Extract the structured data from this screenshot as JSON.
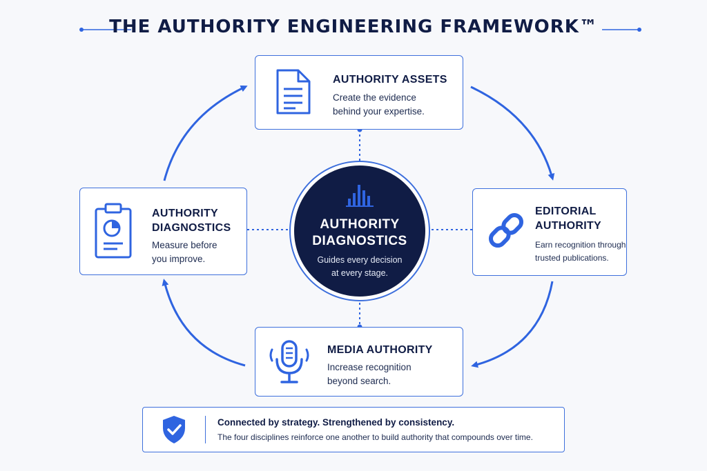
{
  "title": "THE AUTHORITY ENGINEERING FRAMEWORK™",
  "colors": {
    "navy": "#101c45",
    "accent": "#2f64e0",
    "border": "#3d6fdc"
  },
  "center": {
    "title_line1": "AUTHORITY",
    "title_line2": "DIAGNOSTICS",
    "desc_line1": "Guides every decision",
    "desc_line2": "at every stage.",
    "icon": "bar-chart-icon"
  },
  "cards": {
    "assets": {
      "title": "AUTHORITY ASSETS",
      "desc_line1": "Create the evidence",
      "desc_line2": "behind your expertise.",
      "icon": "document-icon"
    },
    "editorial": {
      "title_line1": "EDITORIAL",
      "title_line2": "AUTHORITY",
      "desc_line1": "Earn recognition through",
      "desc_line2": "trusted publications.",
      "icon": "chain-link-icon"
    },
    "media": {
      "title": "MEDIA AUTHORITY",
      "desc_line1": "Increase recognition",
      "desc_line2": "beyond search.",
      "icon": "microphone-icon"
    },
    "diagnostics": {
      "title_line1": "AUTHORITY",
      "title_line2": "DIAGNOSTICS",
      "desc_line1": "Measure before",
      "desc_line2": "you improve.",
      "icon": "clipboard-chart-icon"
    }
  },
  "footer": {
    "title": "Connected by strategy. Strengthened by consistency.",
    "desc": "The four disciplines reinforce one another to build authority that compounds over time.",
    "icon": "shield-check-icon"
  }
}
